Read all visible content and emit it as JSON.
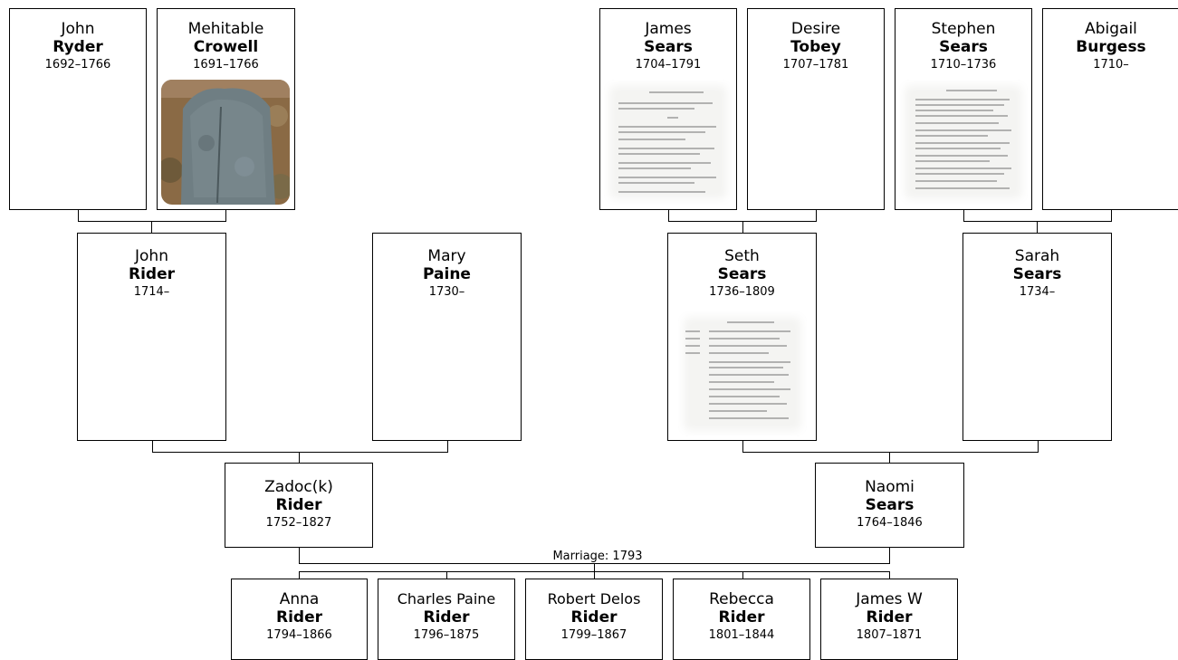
{
  "people": {
    "john_ryder": {
      "given": "John",
      "surname": "Ryder",
      "dates": "1692–1766"
    },
    "mehitable_crowell": {
      "given": "Mehitable",
      "surname": "Crowell",
      "dates": "1691–1766"
    },
    "james_sears": {
      "given": "James",
      "surname": "Sears",
      "dates": "1704–1791"
    },
    "desire_tobey": {
      "given": "Desire",
      "surname": "Tobey",
      "dates": "1707–1781"
    },
    "stephen_sears": {
      "given": "Stephen",
      "surname": "Sears",
      "dates": "1710–1736"
    },
    "abigail_burgess": {
      "given": "Abigail",
      "surname": "Burgess",
      "dates": "1710–"
    },
    "john_rider": {
      "given": "John",
      "surname": "Rider",
      "dates": "1714–"
    },
    "mary_paine": {
      "given": "Mary",
      "surname": "Paine",
      "dates": "1730–"
    },
    "seth_sears": {
      "given": "Seth",
      "surname": "Sears",
      "dates": "1736–1809"
    },
    "sarah_sears": {
      "given": "Sarah",
      "surname": "Sears",
      "dates": "1734–"
    },
    "zadock_rider": {
      "given": "Zadoc(k)",
      "surname": "Rider",
      "dates": "1752–1827"
    },
    "naomi_sears": {
      "given": "Naomi",
      "surname": "Sears",
      "dates": "1764–1846"
    },
    "anna_rider": {
      "given": "Anna",
      "surname": "Rider",
      "dates": "1794–1866"
    },
    "charles_paine_rider": {
      "given": "Charles Paine",
      "surname": "Rider",
      "dates": "1796–1875"
    },
    "robert_delos_rider": {
      "given": "Robert Delos",
      "surname": "Rider",
      "dates": "1799–1867"
    },
    "rebecca_rider": {
      "given": "Rebecca",
      "surname": "Rider",
      "dates": "1801–1844"
    },
    "james_w_rider": {
      "given": "James W",
      "surname": "Rider",
      "dates": "1807–1871"
    }
  },
  "marriage_label": "Marriage: 1793",
  "colors": {
    "border": "#000000",
    "background": "#ffffff",
    "stone": "#6f7e83",
    "foliage": "#8a6a45"
  }
}
